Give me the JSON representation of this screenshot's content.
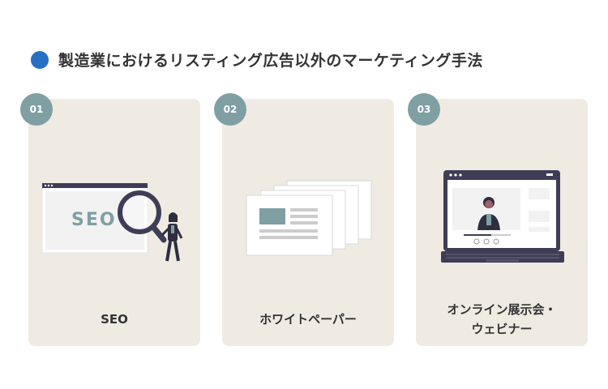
{
  "heading": {
    "title": "製造業におけるリスティング広告以外のマーケティング手法",
    "bullet_color": "#2670c4"
  },
  "cards": [
    {
      "number": "01",
      "label": "SEO",
      "illustration_text": "SEO",
      "icon": "seo-magnifier-icon"
    },
    {
      "number": "02",
      "label": "ホワイトペーパー",
      "icon": "whitepaper-documents-icon"
    },
    {
      "number": "03",
      "label_line1": "オンライン展示会・",
      "label_line2": "ウェビナー",
      "icon": "webinar-laptop-icon"
    }
  ],
  "colors": {
    "card_bg": "#efebe2",
    "badge_bg": "#7f9fa3",
    "accent": "#7f9fa3",
    "dark": "#3f3d56"
  }
}
